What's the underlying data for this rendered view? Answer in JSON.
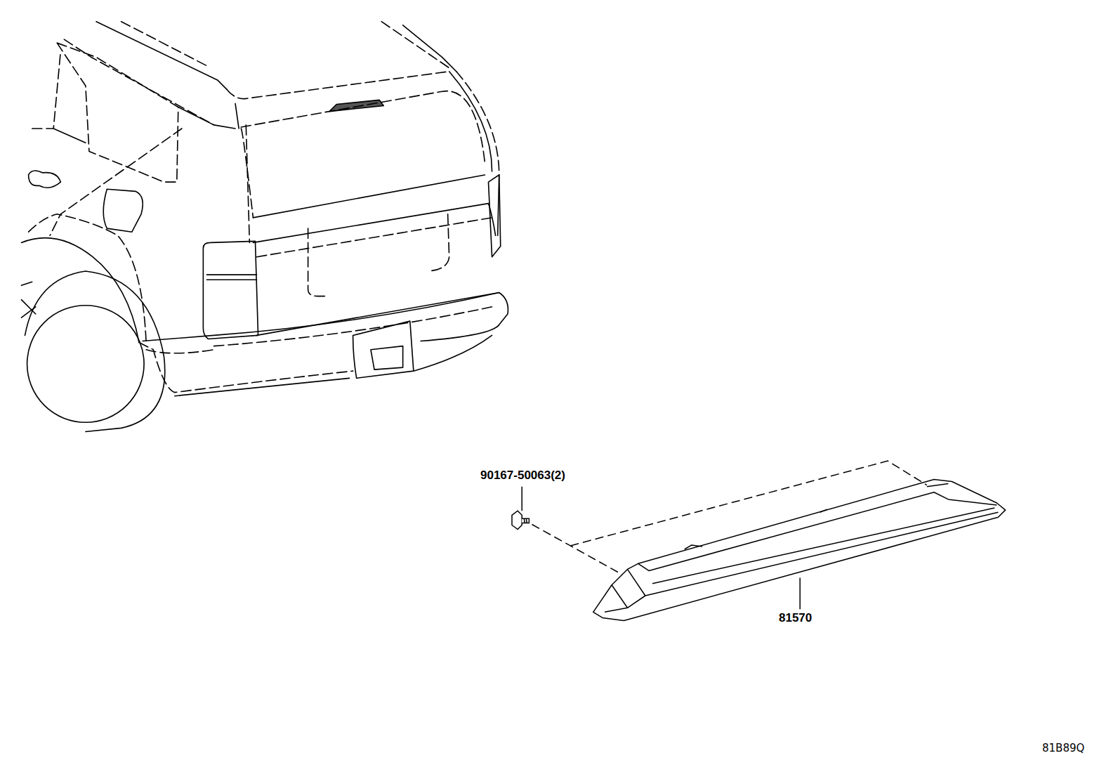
{
  "diagram": {
    "labels": [
      "90167-50063(2)",
      "81570",
      "81B89Q"
    ]
  }
}
